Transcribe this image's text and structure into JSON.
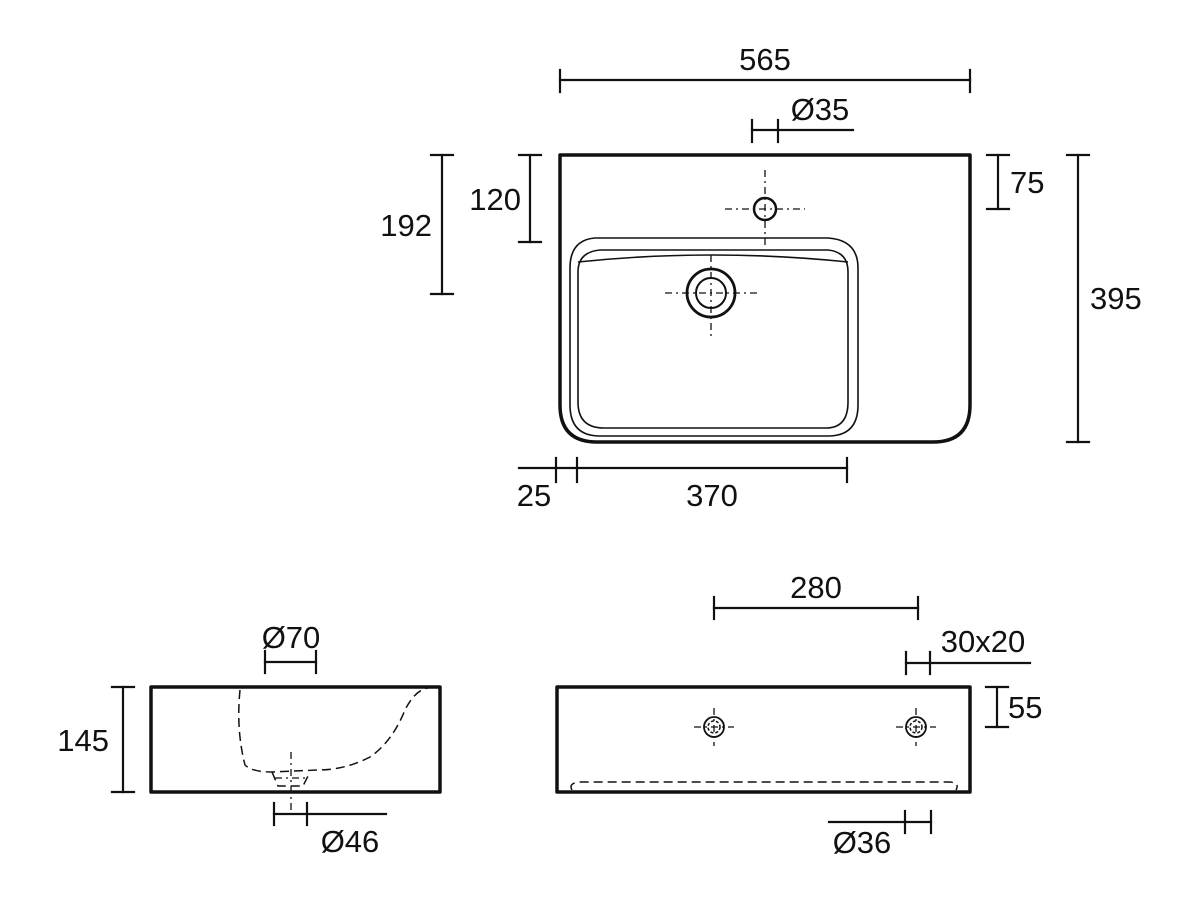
{
  "diagram": {
    "top_view": {
      "labels": {
        "overall_width": "565",
        "tap_hole": "Ø35",
        "tap_hole_depth": "75",
        "overall_depth": "395",
        "height_192": "192",
        "height_120": "120",
        "offset_25": "25",
        "bowl_width": "370"
      }
    },
    "side_view": {
      "labels": {
        "waste_top": "Ø70",
        "height": "145",
        "waste_bottom": "Ø46"
      }
    },
    "rear_view": {
      "labels": {
        "fixing_spacing": "280",
        "fixing_slot": "30x20",
        "fixing_height": "55",
        "fixing_hole": "Ø36"
      }
    },
    "colors": {
      "line": "#111111",
      "background": "#ffffff"
    }
  }
}
